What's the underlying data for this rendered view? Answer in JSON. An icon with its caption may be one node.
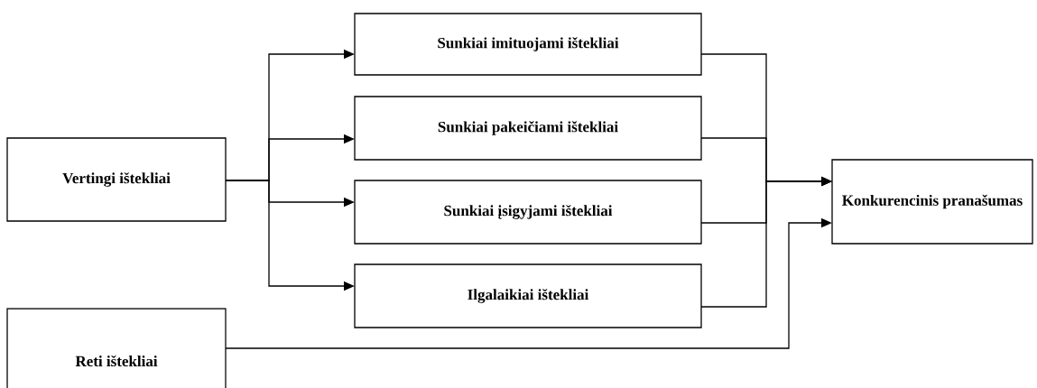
{
  "diagram": {
    "nodes": [
      {
        "text": [
          "Vertingi ištekliai"
        ]
      },
      {
        "text": [
          "Sunkiai imituojami ištekliai"
        ]
      },
      {
        "text": [
          "Sunkiai pakeičiami ištekliai"
        ]
      },
      {
        "text": [
          "Sunkiai įsigyjami ištekliai"
        ]
      },
      {
        "text": [
          "Ilgalaikiai ištekliai"
        ]
      },
      {
        "text": [
          "Reti ištekliai"
        ]
      },
      {
        "text": [
          "Konkurencinis pranašumas"
        ]
      }
    ],
    "edges": [
      {
        "from": 0,
        "to": 1,
        "arrow": "to"
      },
      {
        "from": 0,
        "to": 2,
        "arrow": "to"
      },
      {
        "from": 0,
        "to": 3,
        "arrow": "to"
      },
      {
        "from": 0,
        "to": 4,
        "arrow": "to"
      },
      {
        "from": 1,
        "to": 6,
        "arrow": "to"
      },
      {
        "from": 2,
        "to": 6,
        "arrow": "to"
      },
      {
        "from": 3,
        "to": 6,
        "arrow": "to"
      },
      {
        "from": 4,
        "to": 6,
        "arrow": "to"
      },
      {
        "from": 5,
        "to": 6,
        "arrow": "to"
      }
    ]
  }
}
